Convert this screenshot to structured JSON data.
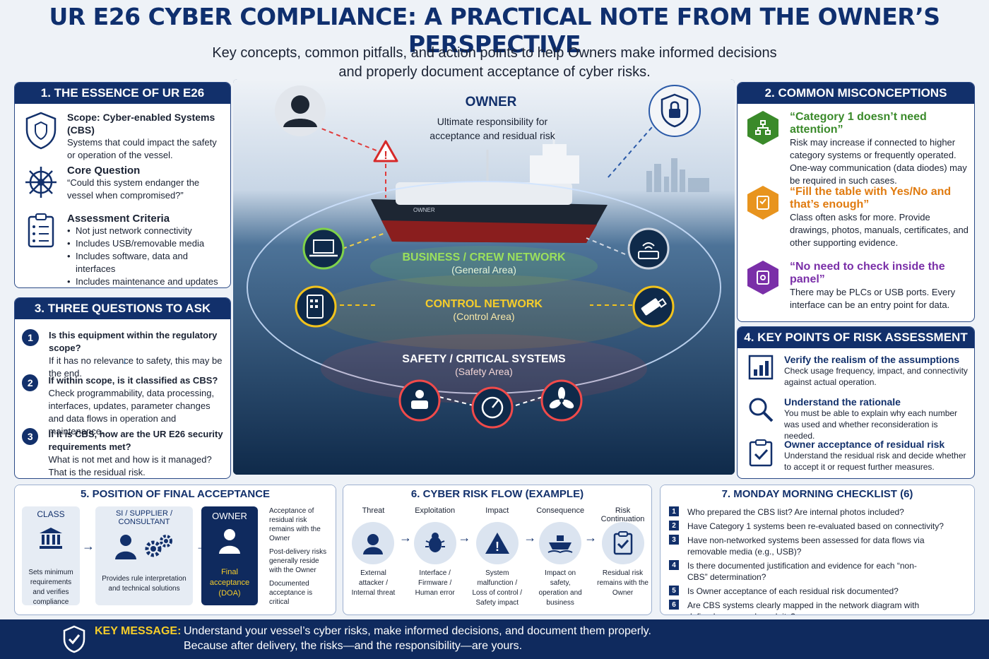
{
  "title": "UR E26 CYBER COMPLIANCE: A PRACTICAL NOTE FROM THE OWNER’S PERSPECTIVE",
  "subtitle_1": "Key concepts, common pitfalls, and action points to help Owners make informed decisions",
  "subtitle_2": "and properly document acceptance of cyber risks.",
  "essence": {
    "heading": "1. THE ESSENCE OF UR E26",
    "scope_title": "Scope: Cyber-enabled Systems (CBS)",
    "scope_text": "Systems that could impact the safety or operation of the vessel.",
    "core_title": "Core Question",
    "core_text": "“Could this system endanger the vessel when compromised?”",
    "criteria_title": "Assessment Criteria",
    "criteria": [
      "Not just network connectivity",
      "Includes USB/removable media",
      "Includes software, data and interfaces",
      "Includes maintenance and updates"
    ]
  },
  "questions": {
    "heading": "3. THREE QUESTIONS TO ASK",
    "items": [
      {
        "n": "1",
        "title": "Is this equipment within the regulatory scope?",
        "text": "If it has no relevance to safety, this may be the end."
      },
      {
        "n": "2",
        "title": "If within scope, is it classified as CBS?",
        "text": "Check programmability, data processing, interfaces, updates, parameter changes and data flows in operation and maintenance."
      },
      {
        "n": "3",
        "title": "If it is CBS, how are the UR E26 security requirements met?",
        "text": "What is not met and how is it managed? That is the residual risk."
      }
    ]
  },
  "owner": {
    "title": "OWNER",
    "text": "Ultimate responsibility for acceptance and residual risk",
    "ship_name": "OWNER"
  },
  "zones": [
    {
      "name": "BUSINESS / CREW NETWORK",
      "area": "(General Area)",
      "color": "#7fd24a"
    },
    {
      "name": "CONTROL NETWORK",
      "area": "(Control Area)",
      "color": "#f2c31c"
    },
    {
      "name": "SAFETY / CRITICAL SYSTEMS",
      "area": "(Safety Area)",
      "color": "#f04a4a"
    }
  ],
  "misconceptions": {
    "heading": "2. COMMON MISCONCEPTIONS",
    "items": [
      {
        "title": "“Category 1 doesn’t need attention”",
        "text": "Risk may increase if connected to higher category systems or frequently operated. One-way communication (data diodes) may be required in such cases.",
        "color": "#3a8a2a"
      },
      {
        "title": "“Fill the table with Yes/No and that’s enough”",
        "text": "Class often asks for more. Provide drawings, photos, manuals, certificates, and other supporting evidence.",
        "color": "#e07b10"
      },
      {
        "title": "“No need to check inside the panel”",
        "text": "There may be PLCs or USB ports. Every interface can be an entry point for data.",
        "color": "#7a2fa8"
      }
    ]
  },
  "risk": {
    "heading": "4. KEY POINTS OF RISK ASSESSMENT",
    "items": [
      {
        "title": "Verify the realism of the assumptions",
        "text": "Check usage frequency, impact, and connectivity against actual operation."
      },
      {
        "title": "Understand the rationale",
        "text": "You must be able to explain why each number was used and whether reconsideration is needed."
      },
      {
        "title": "Owner acceptance of residual risk",
        "text": "Understand the residual risk and decide whether to accept it or request further measures."
      }
    ]
  },
  "position": {
    "heading": "5. POSITION OF FINAL ACCEPTANCE",
    "class_label": "CLASS",
    "class_text": "Sets minimum requirements and verifies compliance",
    "si_label": "SI / SUPPLIER / CONSULTANT",
    "si_text": "Provides rule interpretation and technical solutions",
    "owner_label": "OWNER",
    "owner_text": "Final acceptance (DOA)",
    "notes": [
      "Acceptance of residual risk remains with the Owner",
      "Post-delivery risks generally reside with the Owner",
      "Documented acceptance is critical"
    ]
  },
  "flow": {
    "heading": "6. CYBER RISK FLOW (EXAMPLE)",
    "steps": [
      {
        "label": "Threat",
        "text": "External attacker / Internal threat"
      },
      {
        "label": "Exploitation",
        "text": "Interface / Firmware / Human error"
      },
      {
        "label": "Impact",
        "text": "System malfunction / Loss of control / Safety impact"
      },
      {
        "label": "Consequence",
        "text": "Impact on safety, operation and business"
      },
      {
        "label": "Risk Continuation",
        "text": "Residual risk remains with the Owner"
      }
    ]
  },
  "checklist": {
    "heading": "7. MONDAY MORNING CHECKLIST (6)",
    "items": [
      {
        "n": "1",
        "text": "Who prepared the CBS list? Are internal photos included?"
      },
      {
        "n": "2",
        "text": "Have Category 1 systems been re-evaluated based on connectivity?"
      },
      {
        "n": "3",
        "text": "Have non-networked systems been assessed for data flows via removable media (e.g., USB)?"
      },
      {
        "n": "4",
        "text": "Is there documented justification and evidence for each “non-CBS” determination?"
      },
      {
        "n": "5",
        "text": "Is Owner acceptance of each residual risk documented?"
      },
      {
        "n": "6",
        "text": "Are CBS systems clearly mapped in the network diagram with defined zones and conduits?"
      }
    ]
  },
  "footer": {
    "label": "KEY MESSAGE:",
    "line1": "Understand your vessel’s cyber risks, make informed decisions, and document them properly.",
    "line2": "Because after delivery, the risks—and the responsibility—are yours."
  }
}
